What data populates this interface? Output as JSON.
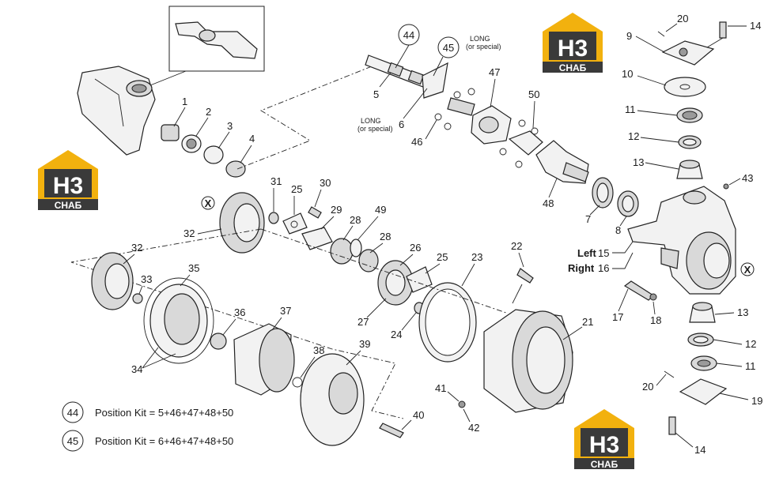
{
  "labels": {
    "p1": "1",
    "p2": "2",
    "p3": "3",
    "p4": "4",
    "p5": "5",
    "p6": "6",
    "p7": "7",
    "p8": "8",
    "p9": "9",
    "p10": "10",
    "p11a": "11",
    "p11b": "11",
    "p12a": "12",
    "p12b": "12",
    "p13a": "13",
    "p13b": "13",
    "p14a": "14",
    "p14b": "14",
    "p15": "15",
    "p16": "16",
    "p17": "17",
    "p18": "18",
    "p19": "19",
    "p20a": "20",
    "p20b": "20",
    "p21": "21",
    "p22": "22",
    "p23": "23",
    "p24": "24",
    "p25a": "25",
    "p25b": "25",
    "p26": "26",
    "p27": "27",
    "p28a": "28",
    "p28b": "28",
    "p29": "29",
    "p30": "30",
    "p31": "31",
    "p32a": "32",
    "p32b": "32",
    "p33": "33",
    "p34": "34",
    "p35": "35",
    "p36": "36",
    "p37": "37",
    "p38": "38",
    "p39": "39",
    "p40": "40",
    "p41": "41",
    "p42": "42",
    "p43": "43",
    "p46": "46",
    "p47": "47",
    "p48": "48",
    "p49": "49",
    "p50": "50",
    "left": "Left",
    "right": "Right",
    "c44": "44",
    "c45": "45",
    "x1": "X",
    "x2": "X"
  },
  "notes": {
    "long1_line1": "LONG",
    "long1_line2": "(or special)",
    "long2_line1": "LONG",
    "long2_line2": "(or special)"
  },
  "kits": [
    {
      "number": "44",
      "text": "Position Kit =  5+46+47+48+50"
    },
    {
      "number": "45",
      "text": "Position Kit =  6+46+47+48+50"
    }
  ],
  "logo": {
    "letters": "H3",
    "word": "СНАБ"
  },
  "colors": {
    "logo_yellow": "#f2b10e",
    "logo_dark": "#3a3a3a",
    "ink": "#1a1a1a"
  }
}
